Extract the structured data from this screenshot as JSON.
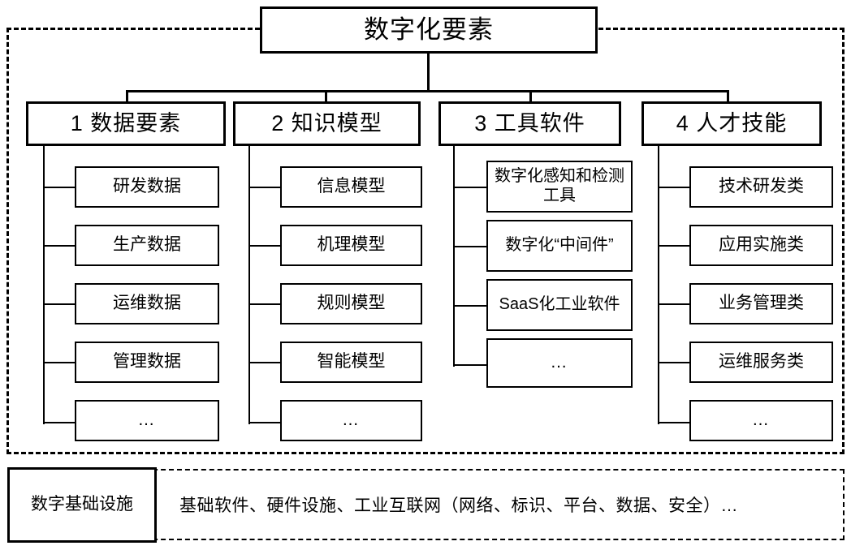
{
  "diagram": {
    "title": "数字化要素",
    "categories": [
      {
        "header": "1 数据要素",
        "items": [
          "研发数据",
          "生产数据",
          "运维数据",
          "管理数据",
          "…"
        ]
      },
      {
        "header": "2 知识模型",
        "items": [
          "信息模型",
          "机理模型",
          "规则模型",
          "智能模型",
          "…"
        ]
      },
      {
        "header": "3 工具软件",
        "items": [
          "数字化感知和检测工具",
          "数字化“中间件”",
          "SaaS化工业软件",
          "…"
        ]
      },
      {
        "header": "4 人才技能",
        "items": [
          "技术研发类",
          "应用实施类",
          "业务管理类",
          "运维服务类",
          "…"
        ]
      }
    ],
    "infrastructure": {
      "label": "数字基础设施",
      "content": "基础软件、硬件设施、工业互联网（网络、标识、平台、数据、安全）…"
    }
  }
}
